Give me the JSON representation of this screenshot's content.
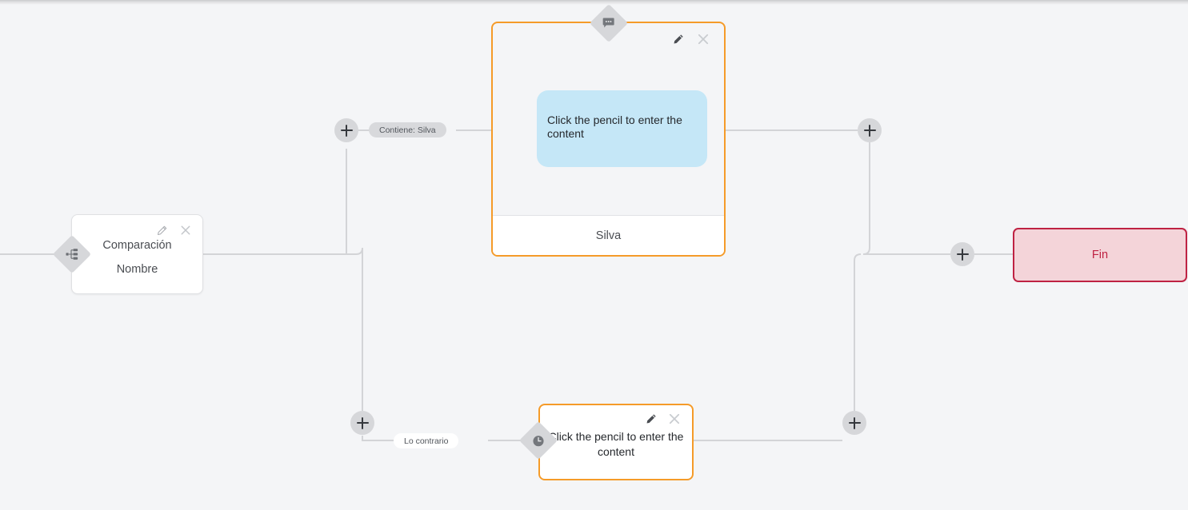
{
  "canvas": {
    "background": "#f4f5f7",
    "accent_orange": "#f59b29",
    "accent_red": "#bf2243",
    "bubble_blue": "#c5e7f7",
    "wire_gray": "#d3d4d7",
    "chip_gray": "#d6d7da"
  },
  "nodes": {
    "comparison": {
      "badge_icon": "sitemap-icon",
      "title": "Comparación",
      "subtitle": "Nombre",
      "edit_icon": "pencil-icon",
      "close_icon": "close-icon"
    },
    "message_card": {
      "badge_icon": "chat-bubble-icon",
      "bubble_text": "Click the pencil to enter the content",
      "footer_label": "Silva",
      "edit_icon": "pencil-icon",
      "close_icon": "close-icon"
    },
    "delay_card": {
      "badge_icon": "clock-icon",
      "body_text": "Click the pencil to enter the content",
      "edit_icon": "pencil-icon",
      "close_icon": "close-icon"
    },
    "end": {
      "label": "Fin"
    }
  },
  "edge_labels": {
    "contiene": "Contiene: Silva",
    "lo_contrario": "Lo contrario"
  },
  "add_buttons": [
    {
      "name": "add-node-branch-true",
      "glyph": "+"
    },
    {
      "name": "add-node-branch-false",
      "glyph": "+"
    },
    {
      "name": "add-node-after-message",
      "glyph": "+"
    },
    {
      "name": "add-node-after-delay",
      "glyph": "+"
    },
    {
      "name": "add-node-before-end",
      "glyph": "+"
    }
  ]
}
